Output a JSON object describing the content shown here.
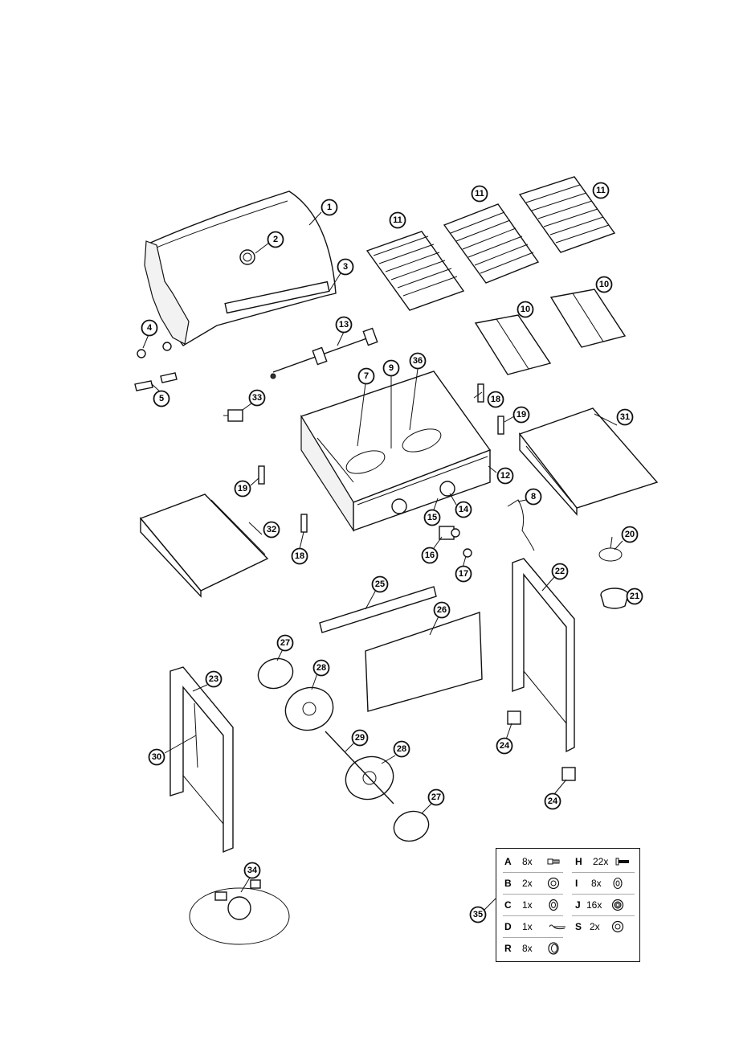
{
  "callouts": [
    {
      "id": "c1",
      "label": "1"
    },
    {
      "id": "c2",
      "label": "2"
    },
    {
      "id": "c3",
      "label": "3"
    },
    {
      "id": "c4",
      "label": "4"
    },
    {
      "id": "c5",
      "label": "5"
    },
    {
      "id": "c7",
      "label": "7"
    },
    {
      "id": "c8",
      "label": "8"
    },
    {
      "id": "c9",
      "label": "9"
    },
    {
      "id": "c10a",
      "label": "10"
    },
    {
      "id": "c10b",
      "label": "10"
    },
    {
      "id": "c11a",
      "label": "11"
    },
    {
      "id": "c11b",
      "label": "11"
    },
    {
      "id": "c11c",
      "label": "11"
    },
    {
      "id": "c12",
      "label": "12"
    },
    {
      "id": "c13",
      "label": "13"
    },
    {
      "id": "c14",
      "label": "14"
    },
    {
      "id": "c15",
      "label": "15"
    },
    {
      "id": "c16",
      "label": "16"
    },
    {
      "id": "c17",
      "label": "17"
    },
    {
      "id": "c18a",
      "label": "18"
    },
    {
      "id": "c18b",
      "label": "18"
    },
    {
      "id": "c19a",
      "label": "19"
    },
    {
      "id": "c19b",
      "label": "19"
    },
    {
      "id": "c20",
      "label": "20"
    },
    {
      "id": "c21",
      "label": "21"
    },
    {
      "id": "c22",
      "label": "22"
    },
    {
      "id": "c23",
      "label": "23"
    },
    {
      "id": "c24a",
      "label": "24"
    },
    {
      "id": "c24b",
      "label": "24"
    },
    {
      "id": "c25",
      "label": "25"
    },
    {
      "id": "c26",
      "label": "26"
    },
    {
      "id": "c27a",
      "label": "27"
    },
    {
      "id": "c27b",
      "label": "27"
    },
    {
      "id": "c28a",
      "label": "28"
    },
    {
      "id": "c28b",
      "label": "28"
    },
    {
      "id": "c29",
      "label": "29"
    },
    {
      "id": "c30",
      "label": "30"
    },
    {
      "id": "c31",
      "label": "31"
    },
    {
      "id": "c32",
      "label": "32"
    },
    {
      "id": "c33",
      "label": "33"
    },
    {
      "id": "c34",
      "label": "34"
    },
    {
      "id": "c35",
      "label": "35"
    },
    {
      "id": "c36",
      "label": "36"
    }
  ],
  "hardware": [
    {
      "letter": "A",
      "qty": "8x",
      "icon": "screw-icon"
    },
    {
      "letter": "B",
      "qty": "2x",
      "icon": "washer-icon"
    },
    {
      "letter": "C",
      "qty": "1x",
      "icon": "ring-icon"
    },
    {
      "letter": "D",
      "qty": "1x",
      "icon": "cotter-pin-icon"
    },
    {
      "letter": "R",
      "qty": "8x",
      "icon": "spacer-icon"
    },
    {
      "letter": "H",
      "qty": "22x",
      "icon": "bolt-icon"
    },
    {
      "letter": "I",
      "qty": "8x",
      "icon": "lock-washer-icon"
    },
    {
      "letter": "J",
      "qty": "16x",
      "icon": "nut-icon"
    },
    {
      "letter": "S",
      "qty": "2x",
      "icon": "flat-washer-icon"
    }
  ]
}
